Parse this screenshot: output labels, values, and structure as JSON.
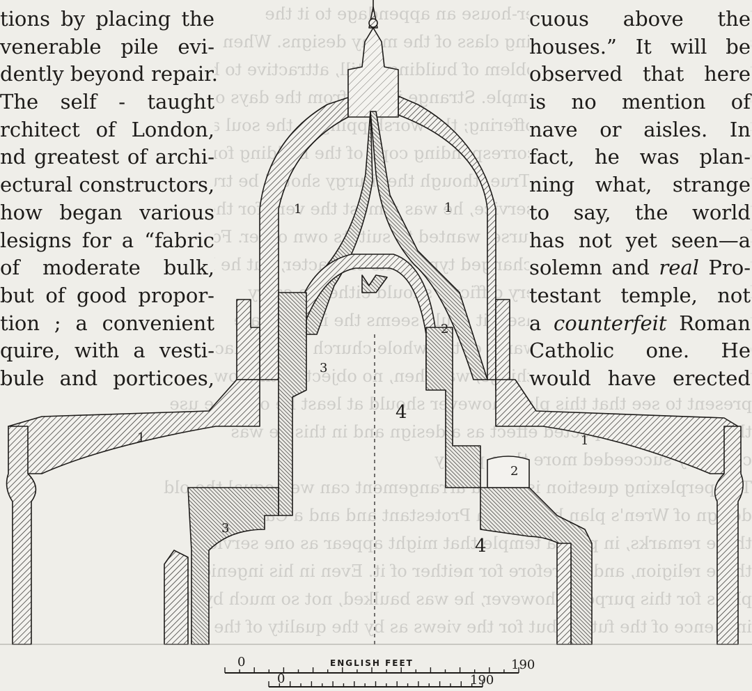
{
  "left_column": [
    "tions by placing the",
    "venerable pile evi-",
    "dently beyond repair.",
    "The self - taught",
    "rchitect of London,",
    "nd greatest of archi-",
    "ectural constructors,",
    "how began various",
    "lesigns for a “fabric",
    "of moderate bulk,",
    "but of good propor-",
    "tion ; a convenient",
    "quire, with a vesti-",
    "bule and porticoes,"
  ],
  "right_column": [
    {
      "text": "cuous above the"
    },
    {
      "text": "houses.” It will be"
    },
    {
      "text": "observed that here"
    },
    {
      "text": "is no mention of"
    },
    {
      "text": "nave or aisles. In"
    },
    {
      "text": "fact, he was plan-"
    },
    {
      "text": "ning what, strange"
    },
    {
      "text": "to say, the world"
    },
    {
      "text": "has not yet seen—a"
    },
    {
      "pre": "solemn and ",
      "em": "real",
      "post": " Pro-"
    },
    {
      "text": "testant temple, not"
    },
    {
      "pre": "a ",
      "em": "counterfeit",
      "post": " Roman"
    },
    {
      "text": "Catholic one. He"
    },
    {
      "text": "would have erected"
    }
  ],
  "figure": {
    "labels": [
      "1",
      "1",
      "2",
      "3",
      "4",
      "1",
      "2",
      "3",
      "4",
      "1"
    ],
    "scale": {
      "title": "ENGLISH FEET",
      "start": "0",
      "end": "190",
      "start_2": "0",
      "end_2": "190"
    }
  },
  "bleed_through": [
    "te pravailed that the prayer-house an appendage to it the",
    "should be ranked the leading class of the many designs. When",
    "the building, this prior problem of building—still, attractive to be",
    "solved in the Protestant temple. Strange it was from the days of the Wren",
    "mainly were reading and offering; the worshipping in the soul and daily",
    "among the whole nation; corresponding copy of the building for only the",
    "the daily offering service. True, though the liturgy should be true",
    "that there should be said service, he was almost the very for the",
    "be said that his plan, of course, wanted to suit its own order. For this",
    "this was in the distinct unchanged type of its character, but he has",
    "bear the services which very difficult should either to carry",
    "through a plain in some cases, it could seems the inadequate",
    "cathedral's work, for the wants of the whole church in one place",
    "the same feeling of these things, was then, no object to the tower",
    "present to see that this plan, however should at least be of some use",
    "the event of its expected effect as a design and in this he was",
    "certainly succeeded more than partly",
    "The perplexing question is how a arrangement can well equal the old",
    "design of Wren's plan between a Protestant and and a Catholic",
    "these remarks, in plan a temple that might appear as one service",
    "these religion, and therefore for neither of it. Even in his ingenious",
    "plans for this purpose, however, he was baulked, not so much by the",
    "influence of the future but for the views as by the quality of the"
  ]
}
